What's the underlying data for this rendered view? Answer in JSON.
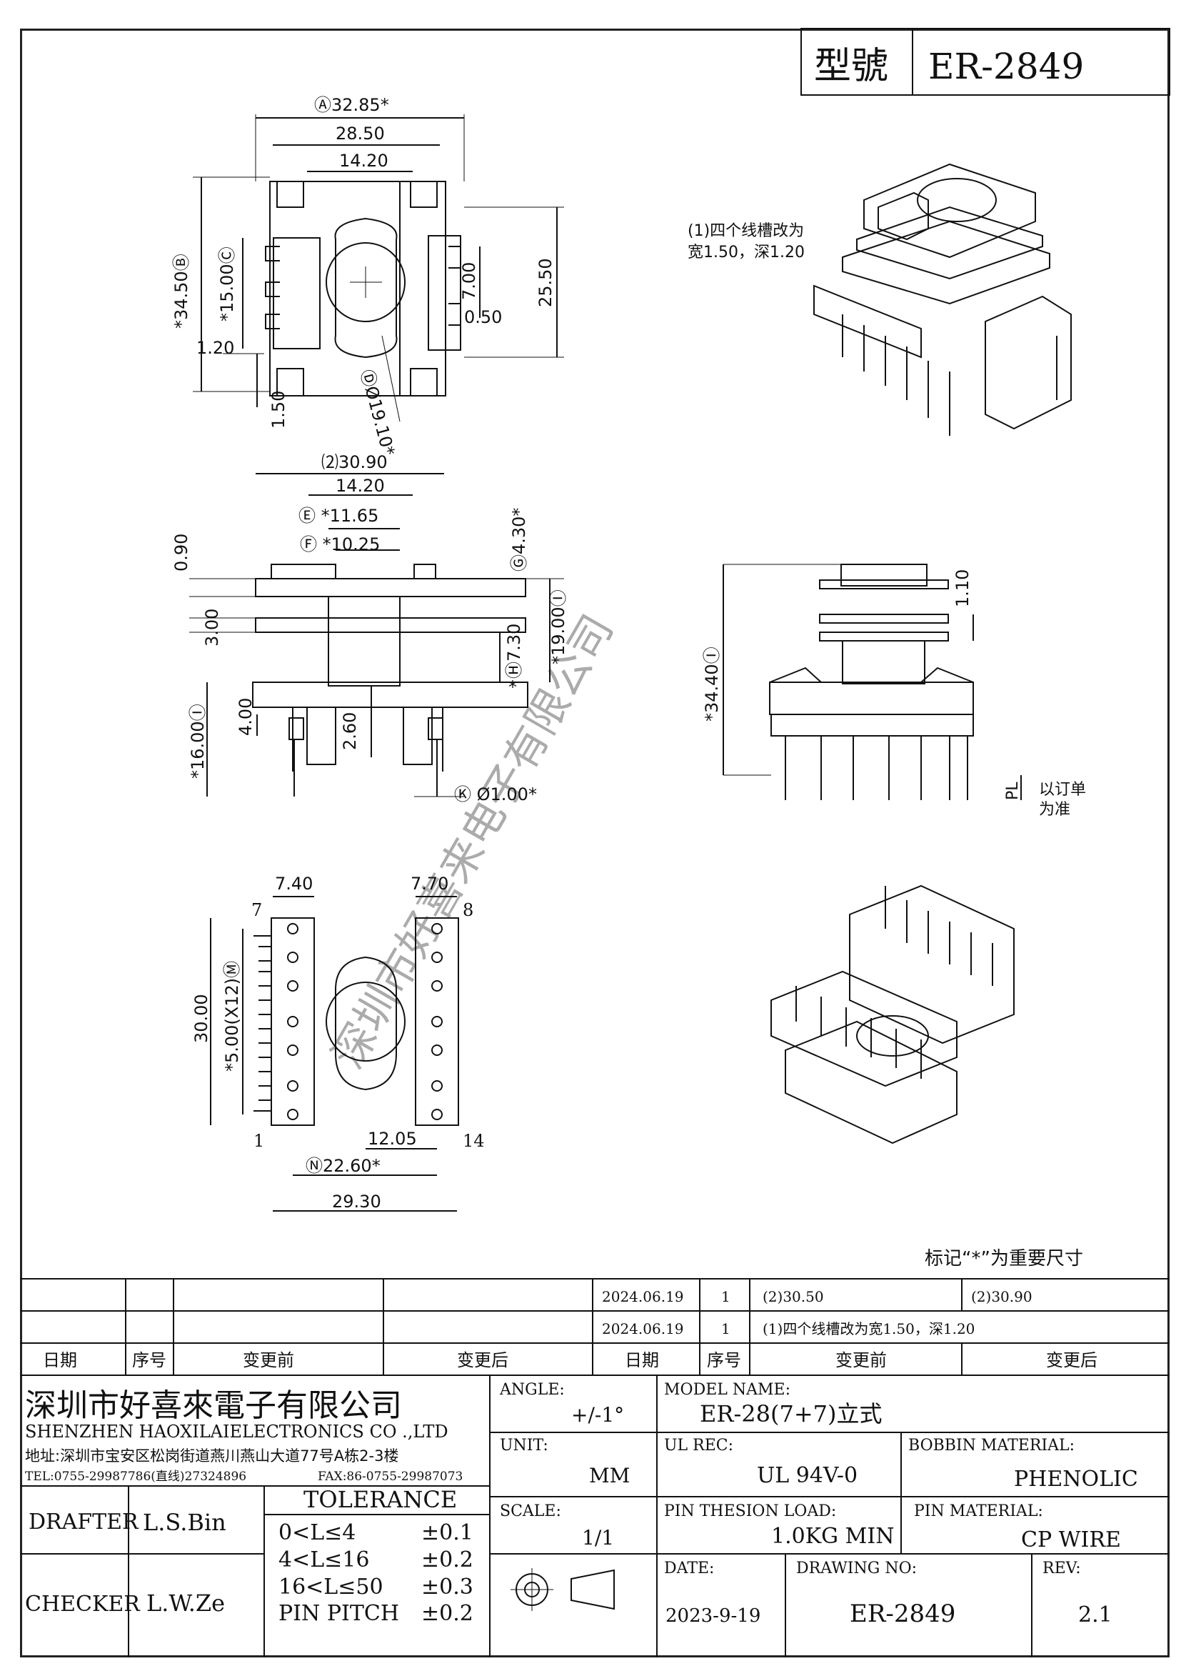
{
  "header": {
    "type_label": "型號",
    "part_number": "ER-2849"
  },
  "views": {
    "top": {
      "dim_a": "Ⓐ32.85*",
      "dim_width1": "28.50",
      "dim_width2": "14.20",
      "dim_height_b": "*34.50Ⓑ",
      "dim_c": "*15.00Ⓒ",
      "dim_right": "25.50",
      "dim_slot": "7.00",
      "dim_gap": "0.50",
      "dim_1_20": "1.20",
      "dim_1_50": "1.50",
      "dim_d": "ⒹØ19.10*"
    },
    "front": {
      "dim_2": "⑵30.90",
      "dim_14_20": "14.20",
      "dim_e": "Ⓔ *11.65",
      "dim_f": "Ⓕ *10.25",
      "dim_0_90": "0.90",
      "dim_g": "Ⓖ4.30*",
      "dim_3_00": "3.00",
      "dim_19_00": "*19.00Ⓘ",
      "dim_h": "Ⓗ7.30",
      "dim_star": "*",
      "dim_16_00": "*16.00Ⓘ",
      "dim_4_00": "4.00",
      "dim_2_60": "2.60",
      "dim_k": "Ⓚ Ø1.00*"
    },
    "side": {
      "dim_1_10": "1.10",
      "dim_34_40": "*34.40Ⓘ",
      "dim_pl": "PL",
      "note_line1": "以订单",
      "note_line2": "为准"
    },
    "bottom": {
      "dim_7_40": "7.40",
      "dim_7_70": "7.70",
      "pin7": "7",
      "pin8": "8",
      "pin1": "1",
      "pin14": "14",
      "dim_30_00": "30.00",
      "dim_m": "*5.00(X12)Ⓜ",
      "dim_12_05": "12.05",
      "dim_n": "Ⓝ22.60*",
      "dim_29_30": "29.30"
    },
    "iso_note_line1": "(1)四个线槽改为",
    "iso_note_line2": "宽1.50，深1.20",
    "watermark": "深圳市好喜来电子有限公司"
  },
  "key_note": "标记“*”为重要尺寸",
  "revisions": {
    "headers": [
      "日期",
      "序号",
      "变更前",
      "变更后",
      "日期",
      "序号",
      "变更前",
      "变更后"
    ],
    "rows": [
      {
        "date": "2024.06.19",
        "seq": "1",
        "before": "(2)30.50",
        "after": "(2)30.90"
      },
      {
        "date": "2024.06.19",
        "seq": "1",
        "before": "(1)四个线槽改为宽1.50，深1.20",
        "after": ""
      }
    ]
  },
  "company": {
    "name_cn": "深圳市好喜來電子有限公司",
    "name_en": "SHENZHEN HAOXILAIELECTRONICS CO .,LTD",
    "address": "地址:深圳市宝安区松岗街道燕川燕山大道77号A栋2-3楼",
    "tel": "TEL:0755-29987786(直线)27324896",
    "fax": "FAX:86-0755-29987073"
  },
  "title_block": {
    "angle_label": "ANGLE:",
    "angle_value": "+/-1°",
    "model_label": "MODEL NAME:",
    "model_value": "ER-28(7+7)立式",
    "unit_label": "UNIT:",
    "unit_value": "MM",
    "ulrec_label": "UL REC:",
    "ulrec_value": "UL 94V-0",
    "bobbin_label": "BOBBIN MATERIAL:",
    "bobbin_value": "PHENOLIC",
    "scale_label": "SCALE:",
    "scale_value": "1/1",
    "load_label": "PIN THESION LOAD:",
    "load_value": "1.0KG MIN",
    "pinmat_label": "PIN MATERIAL:",
    "pinmat_value": "CP  WIRE",
    "date_label": "DATE:",
    "date_value": "2023-9-19",
    "drawing_label": "DRAWING NO:",
    "drawing_value": "ER-2849",
    "rev_label": "REV:",
    "rev_value": "2.1",
    "drafter_label": "DRAFTER",
    "drafter_value": "L.S.Bin",
    "checker_label": "CHECKER",
    "checker_value": "L.W.Ze",
    "tolerance_label": "TOLERANCE",
    "tolerance_rows": [
      {
        "range": "0<L≤4",
        "value": "±0.1"
      },
      {
        "range": "4<L≤16",
        "value": "±0.2"
      },
      {
        "range": "16<L≤50",
        "value": "±0.3"
      },
      {
        "range": "PIN PITCH",
        "value": "±0.2"
      }
    ]
  }
}
